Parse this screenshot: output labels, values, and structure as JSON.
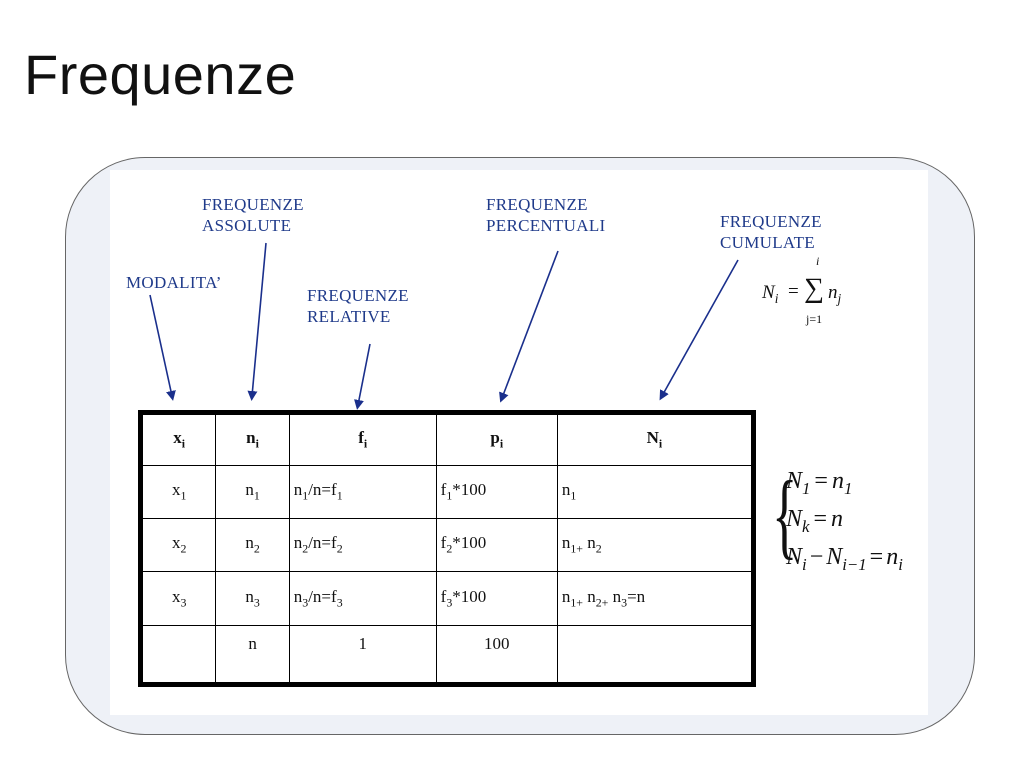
{
  "slide": {
    "title": "Frequenze"
  },
  "labels": {
    "assolute_1": "FREQUENZE",
    "assolute_2": "ASSOLUTE",
    "modalita": "MODALITA’",
    "relative_1": "FREQUENZE",
    "relative_2": "RELATIVE",
    "percentuali_1": "FREQUENZE",
    "percentuali_2": "PERCENTUALI",
    "cumulate_1": "FREQUENZE",
    "cumulate_2": "CUMULATE"
  },
  "table": {
    "header": {
      "c0_b": "x",
      "c0_s": "i",
      "c1_b": "n",
      "c1_s": "i",
      "c2_b": "f",
      "c2_s": "i",
      "c3_b": "p",
      "c3_s": "i",
      "c4_b": "N",
      "c4_s": "i"
    },
    "r1": {
      "x_b": "x",
      "x_s": "1",
      "n_b": "n",
      "n_s": "1",
      "f_a": "n",
      "f_as": "1",
      "f_b": "/n=f",
      "f_bs": "1",
      "p_a": "f",
      "p_as": "1",
      "p_b": "*100",
      "N_a": "n",
      "N_as": "1"
    },
    "r2": {
      "x_b": "x",
      "x_s": "2",
      "n_b": "n",
      "n_s": "2",
      "f_a": "n",
      "f_as": "2",
      "f_b": "/n=f",
      "f_bs": "2",
      "p_a": "f",
      "p_as": "2",
      "p_b": "*100",
      "N_a": "n",
      "N_as": "1+",
      "N_b": " n",
      "N_bs": "2"
    },
    "r3": {
      "x_b": "x",
      "x_s": "3",
      "n_b": "n",
      "n_s": "3",
      "f_a": "n",
      "f_as": "3",
      "f_b": "/n=f",
      "f_bs": "3",
      "p_a": "f",
      "p_as": "3",
      "p_b": "*100",
      "N_a": "n",
      "N_as": "1+",
      "N_b": " n",
      "N_bs": "2+",
      "N_c": " n",
      "N_cs": "3",
      "N_d": "=n"
    },
    "total": {
      "n": "n",
      "f": "1",
      "p": "100"
    }
  },
  "formulas": {
    "cumulate": {
      "lhs": "N",
      "lhs_sub": "i",
      "eq": "=",
      "sum_top": "i",
      "sum_bottom": "j=1",
      "sum_sign": "∑",
      "term": "n",
      "term_sub": "j"
    },
    "system": {
      "l1_a": "N",
      "l1_as": "1",
      "l1_eq": "=",
      "l1_b": "n",
      "l1_bs": "1",
      "l2_a": "N",
      "l2_as": "k",
      "l2_eq": "=",
      "l2_b": "n",
      "l3_a": "N",
      "l3_as": "i",
      "l3_op": "−",
      "l3_b": "N",
      "l3_bs": "i−1",
      "l3_eq": "=",
      "l3_c": "n",
      "l3_cs": "i"
    }
  },
  "colors": {
    "label": "#1f3a8a",
    "arrow": "#1a2f8c",
    "frame_fill": "#eef1f7"
  }
}
